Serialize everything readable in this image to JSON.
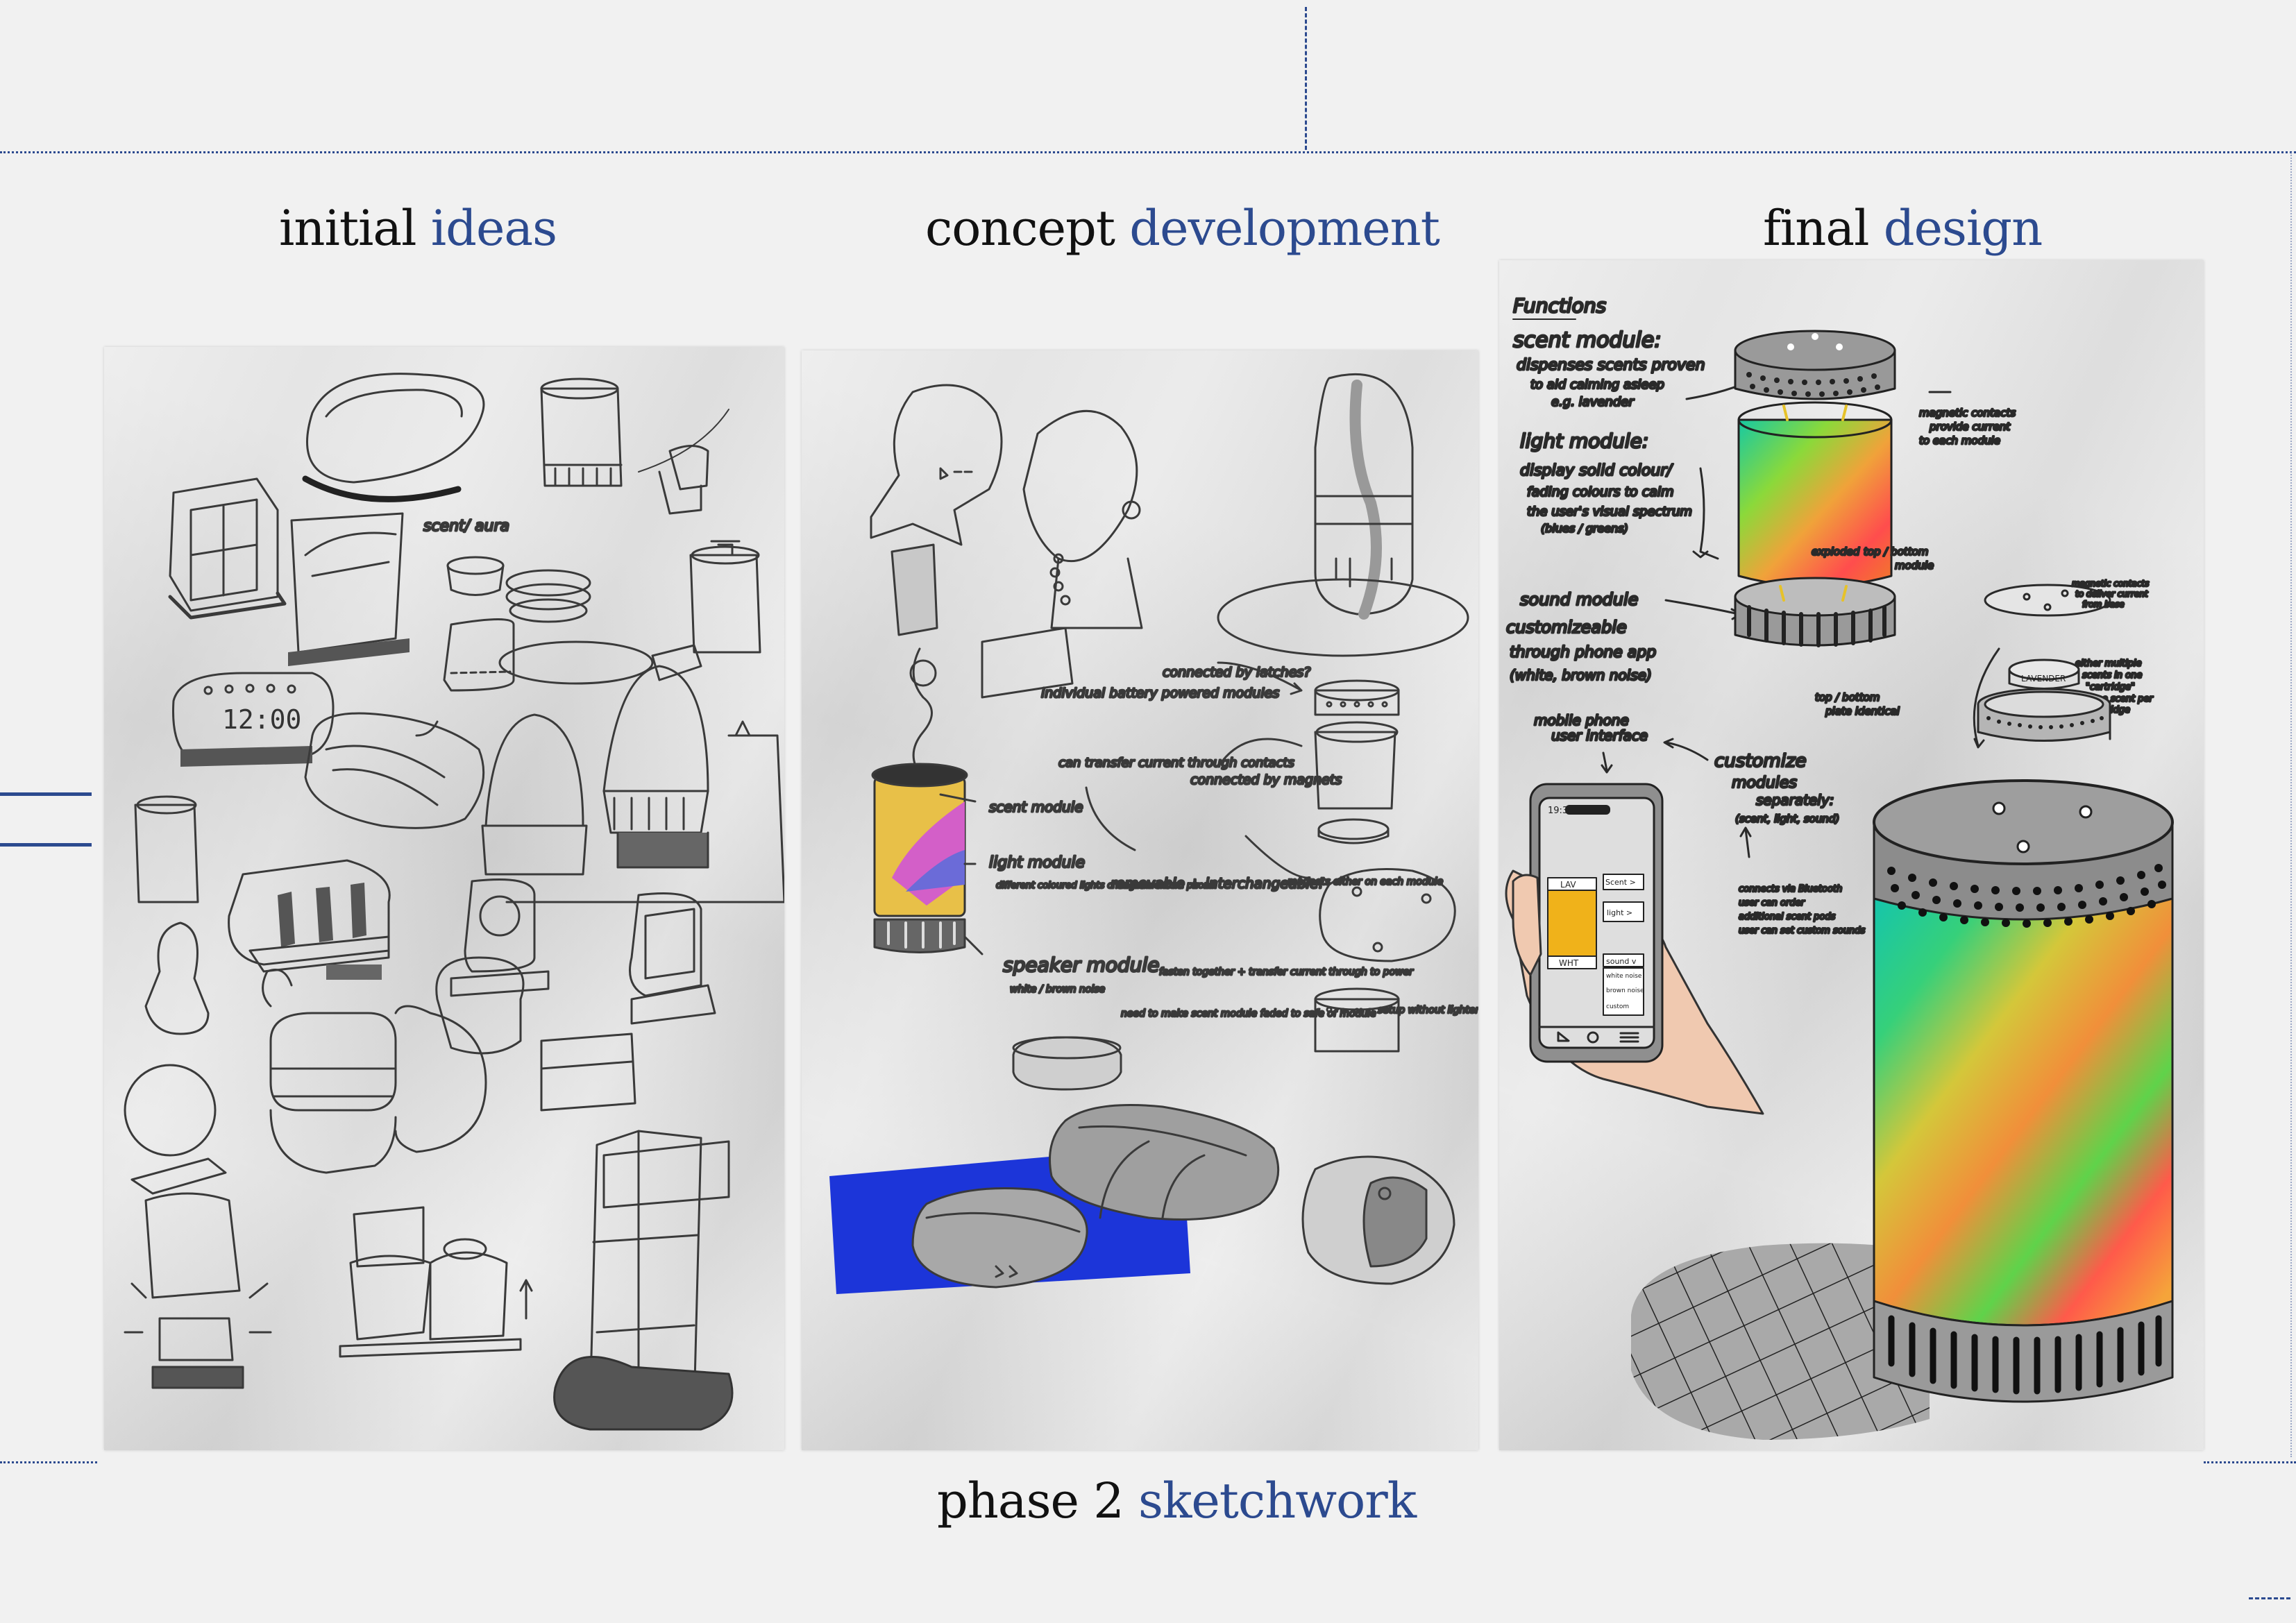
{
  "headings": {
    "initial": {
      "word1": "initial",
      "word2": "ideas"
    },
    "concept": {
      "word1": "concept",
      "word2": "development"
    },
    "final": {
      "word1": "final",
      "word2": "design"
    }
  },
  "footer": {
    "word1": "phase 2",
    "word2": "sketchwork"
  },
  "colors": {
    "accent": "#2c4a8f",
    "text": "#111111",
    "background": "#f1f1f1"
  },
  "initial_panel": {
    "clock_display": "12:00",
    "scent_note": "scent/ aura"
  },
  "concept_panel": {
    "notes": [
      "individual battery powered modules",
      "connected by latches?",
      "can transfer current through contacts",
      "connected by magnets",
      "scent module",
      "light module",
      "different coloured lights changeable from phone",
      "speaker module",
      "white / brown noise",
      "removable + interchangeable!",
      "magnets either on each module",
      "fasten together + transfer current through to power",
      "need to make scent module faded to safe of module",
      "setup without lighter module"
    ]
  },
  "final_panel": {
    "functions_title": "Functions",
    "scent_title": "scent module:",
    "scent_lines": [
      "dispenses scents proven",
      "to aid calming asleep",
      "e.g. lavender"
    ],
    "light_title": "light module:",
    "light_lines": [
      "display solid colour/",
      "fading colours to calm",
      "the user's visual spectrum",
      "(blues / greens)"
    ],
    "sound_title": "sound module",
    "sound_lines": [
      "customizeable",
      "through phone app",
      "(white, brown noise)"
    ],
    "phone_title": [
      "mobile phone",
      "user interface"
    ],
    "customize_lines": [
      "customize",
      "modules",
      "separately:",
      "(scent, light, sound)"
    ],
    "connect_lines": [
      "connects via Bluetooth",
      "user can order",
      "additional scent pods",
      "user can set custom sounds"
    ],
    "magnetic_top": [
      "magnetic contacts",
      "provide current",
      "to each module"
    ],
    "magnetic_right": [
      "magnetic contacts",
      "to deliver current",
      "from base"
    ],
    "exploded": "exploded",
    "top_bottom_module": [
      "top / bottom",
      "module"
    ],
    "plate_label": [
      "top / bottom",
      "plate identical"
    ],
    "cartridge_lines": [
      "either multiple",
      "scents in one",
      "\"cartridge\"",
      "or one scent per",
      "cartridge"
    ],
    "cartridge_label": "LAVENDER",
    "phone_time": "19:30",
    "phone_buttons": {
      "lav": "LAV",
      "scent": "Scent >",
      "light": "light >",
      "wht": "WHT",
      "sound": "sound v",
      "opt1": "white noise",
      "opt2": "brown noise",
      "opt3": "custom"
    }
  }
}
